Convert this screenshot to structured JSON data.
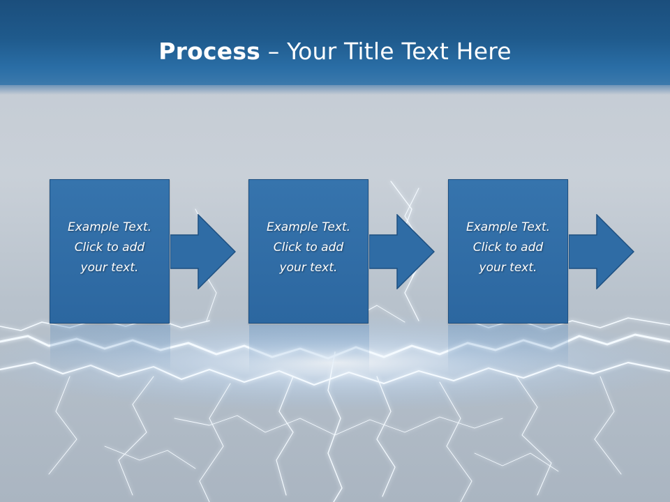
{
  "title": {
    "bold_part": "Process",
    "rest": " – Your Title Text Here"
  },
  "steps": [
    {
      "line1": "Example Text.",
      "line2": "Click  to add",
      "line3": "your text."
    },
    {
      "line1": "Example Text.",
      "line2": "Click  to add",
      "line3": "your text."
    },
    {
      "line1": "Example Text.",
      "line2": "Click  to add",
      "line3": "your text."
    }
  ],
  "colors": {
    "title_band": "#1f5a8c",
    "box_fill": "#2f6ca5",
    "box_border": "#1d4f80",
    "background": "#c5ccd5",
    "lightning": "#eaf4ff"
  }
}
